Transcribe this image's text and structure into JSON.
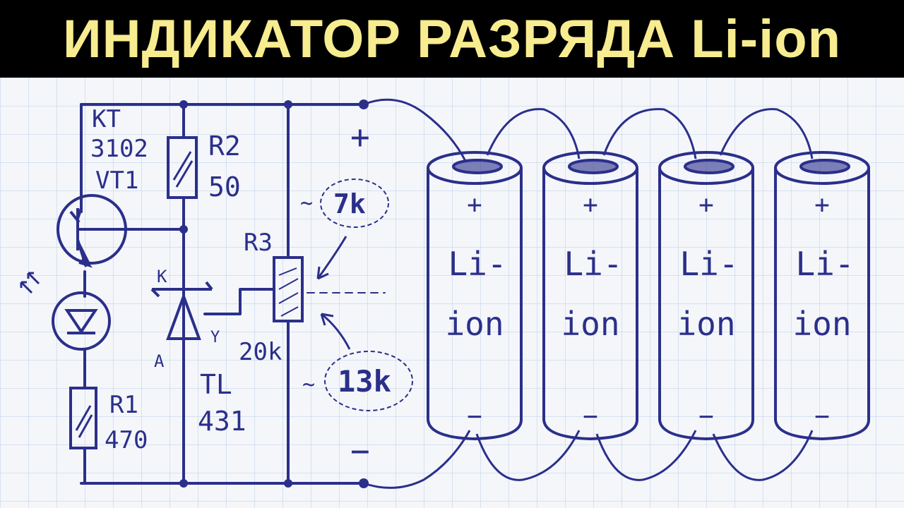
{
  "title": "ИНДИКАТОР РАЗРЯДА Li-ion",
  "colors": {
    "ink": "#2b2f8a",
    "title_text": "#f7ec8f",
    "title_bg": "#000000",
    "grid": "#b9cde6",
    "paper": "#f4f6fa"
  },
  "components": {
    "transistor": {
      "line1": "KT",
      "line2": "3102",
      "line3": "VT1"
    },
    "r2": {
      "name": "R2",
      "value": "50"
    },
    "r1": {
      "name": "R1",
      "value": "470"
    },
    "r3": {
      "name": "R3",
      "value": "20k"
    },
    "tl431": {
      "line1": "TL",
      "line2": "431",
      "pin_k": "K",
      "pin_a": "A",
      "pin_y": "Y"
    }
  },
  "annotations": {
    "upper": "7k",
    "lower": "13k",
    "tilde": "~"
  },
  "terminals": {
    "plus": "+",
    "minus": "−"
  },
  "battery": {
    "line1": "Li-",
    "line2": "ion",
    "plus": "+",
    "minus": "−"
  }
}
